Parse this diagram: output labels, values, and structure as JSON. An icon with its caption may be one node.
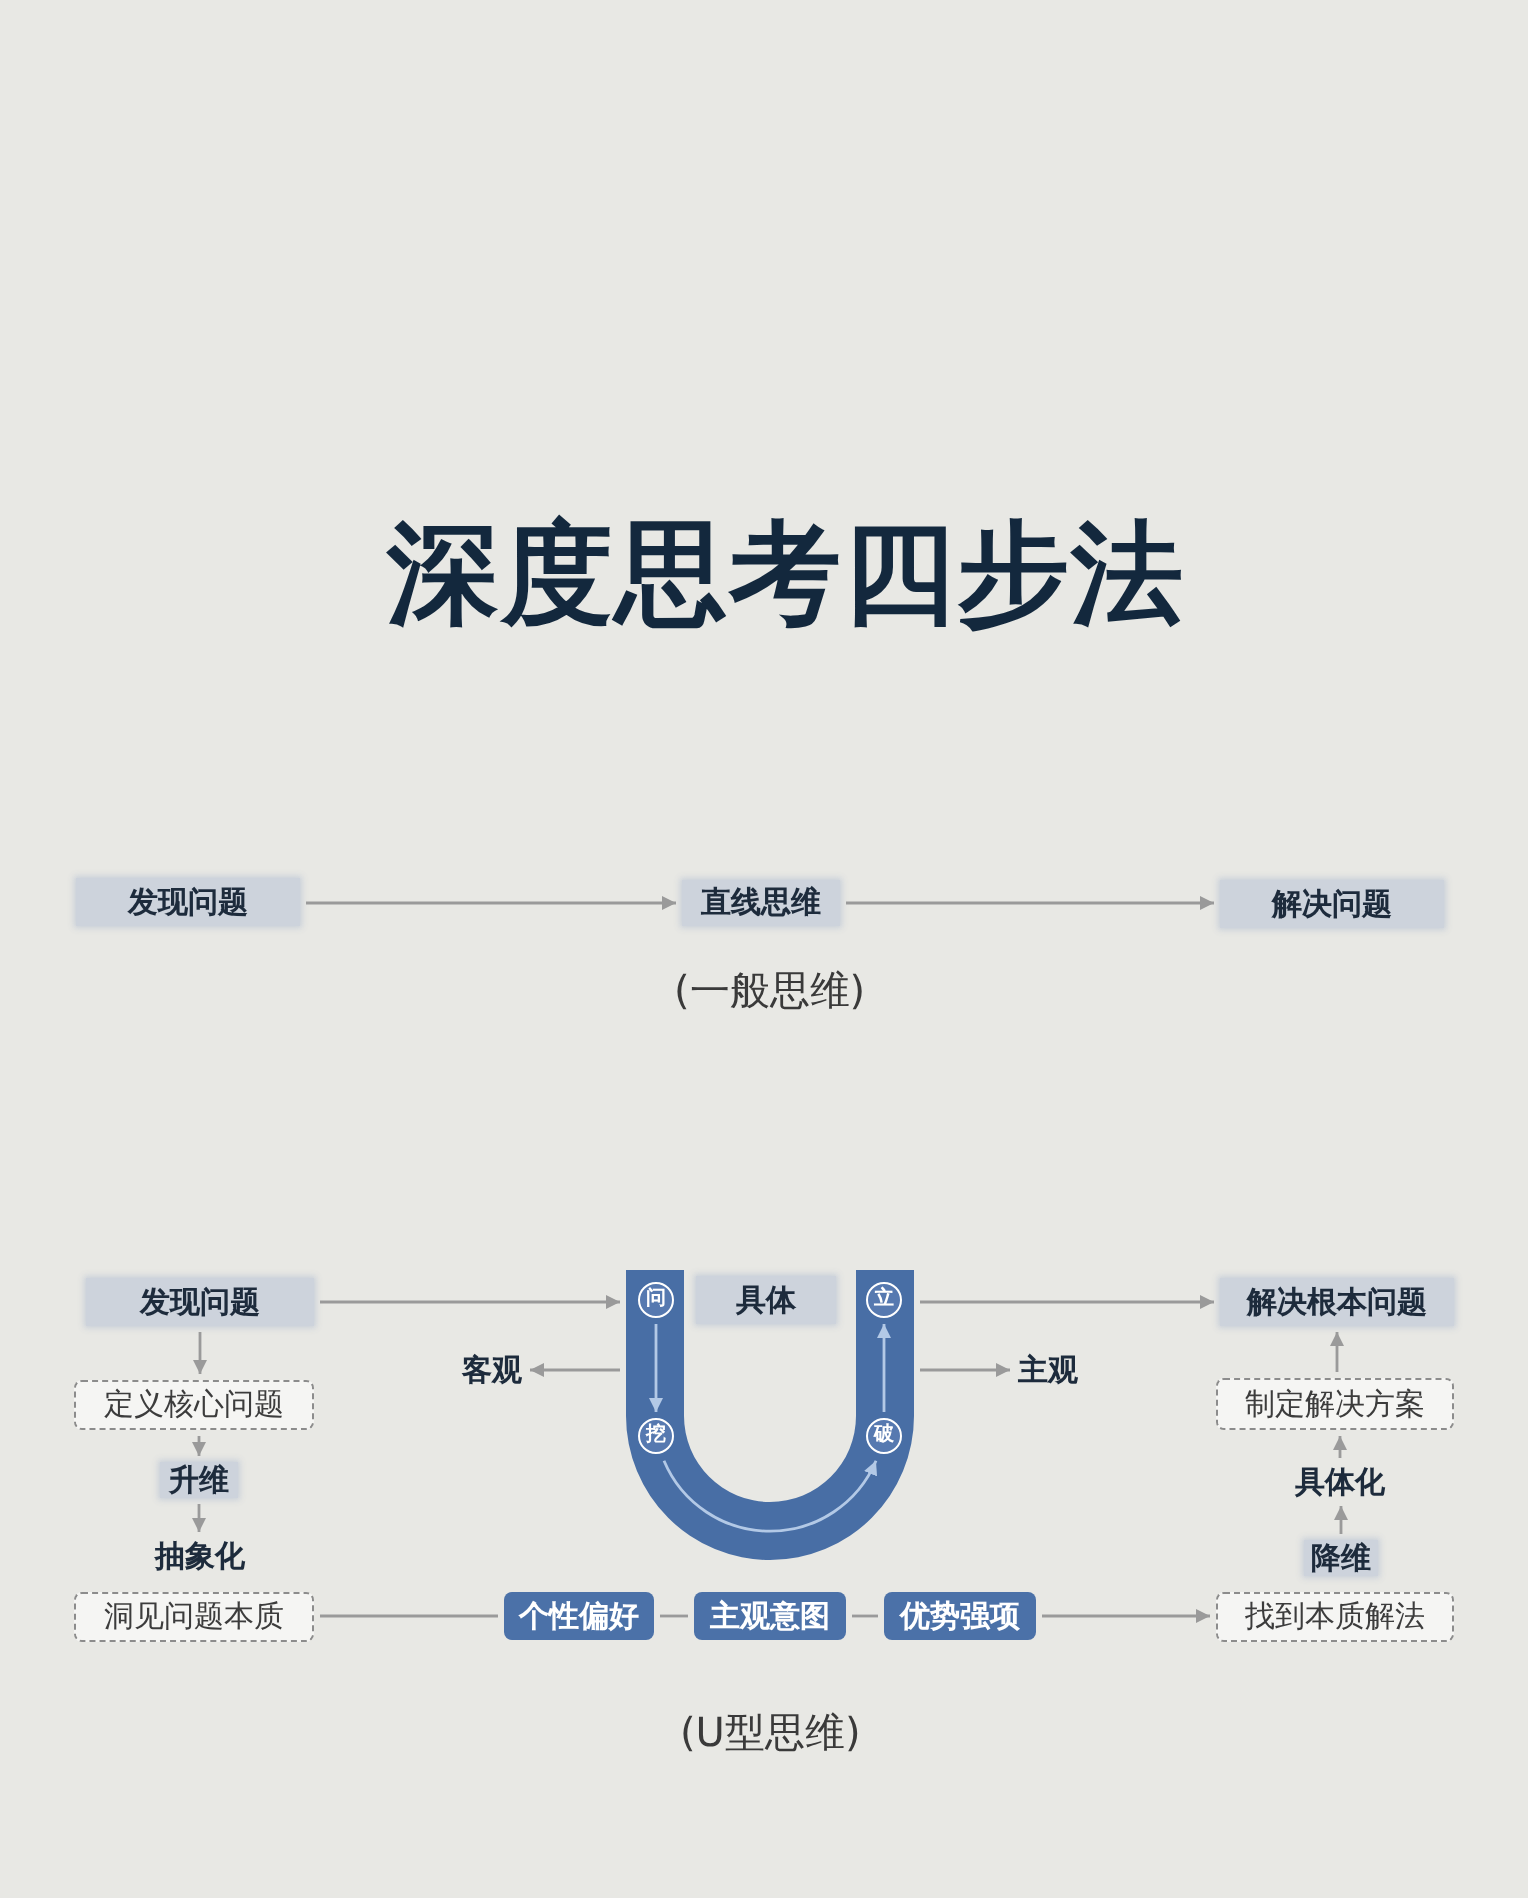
{
  "diagram": {
    "title": "深度思考四步法",
    "nodes": [
      {
        "text": [
          "发现问题"
        ]
      },
      {
        "text": [
          "直线思维"
        ]
      },
      {
        "text": [
          "解决问题"
        ]
      },
      {
        "text": [
          "发现问题"
        ]
      },
      {
        "text": [
          "定义核心问题"
        ]
      },
      {
        "text": [
          "升维"
        ]
      },
      {
        "text": [
          "抽象化"
        ]
      },
      {
        "text": [
          "洞见问题本质"
        ]
      },
      {
        "text": [],
        "shape": "band"
      },
      {
        "text": [
          "问"
        ],
        "in": 8
      },
      {
        "text": [
          "挖"
        ],
        "in": 8
      },
      {
        "text": [
          "破"
        ],
        "in": 8
      },
      {
        "text": [
          "立"
        ],
        "in": 8
      },
      {
        "text": [
          "具体"
        ]
      },
      {
        "text": [
          "客观"
        ]
      },
      {
        "text": [
          "主观"
        ]
      },
      {
        "text": [
          "个性偏好"
        ]
      },
      {
        "text": [
          "主观意图"
        ]
      },
      {
        "text": [
          "优势强项"
        ]
      },
      {
        "text": [
          "解决根本问题"
        ]
      },
      {
        "text": [
          "制定解决方案"
        ]
      },
      {
        "text": [
          "具体化"
        ]
      },
      {
        "text": [
          "降维"
        ]
      },
      {
        "text": [
          "找到本质解法"
        ]
      }
    ],
    "edges": [
      {
        "from": 0,
        "to": 1,
        "arrow": "to"
      },
      {
        "from": 1,
        "to": 2,
        "arrow": "to"
      },
      {
        "from": 3,
        "to": 8,
        "arrow": "to"
      },
      {
        "from": 9,
        "to": 10,
        "arrow": "to",
        "color": "#b3c9e6"
      },
      {
        "from": 10,
        "to": 11,
        "arrow": "to",
        "color": "#b3c9e6"
      },
      {
        "from": 11,
        "to": 12,
        "arrow": "to",
        "color": "#b3c9e6"
      },
      {
        "from": 8,
        "to": 19,
        "arrow": "to"
      },
      {
        "from": 8,
        "to": 14,
        "arrow": "to"
      },
      {
        "from": 8,
        "to": 15,
        "arrow": "to"
      },
      {
        "from": 3,
        "to": 4,
        "arrow": "to"
      },
      {
        "from": 4,
        "to": 5,
        "arrow": "to"
      },
      {
        "from": 5,
        "to": 6,
        "arrow": "to"
      },
      {
        "from": 7,
        "to": 16,
        "arrow": "none"
      },
      {
        "from": 16,
        "to": 17,
        "arrow": "none"
      },
      {
        "from": 17,
        "to": 18,
        "arrow": "none"
      },
      {
        "from": 18,
        "to": 23,
        "arrow": "to"
      },
      {
        "from": 22,
        "to": 21,
        "arrow": "to"
      },
      {
        "from": 21,
        "to": 20,
        "arrow": "to"
      },
      {
        "from": 20,
        "to": 19,
        "arrow": "to"
      }
    ],
    "labels": [
      "(一般思维)",
      "(U型思维)"
    ]
  }
}
